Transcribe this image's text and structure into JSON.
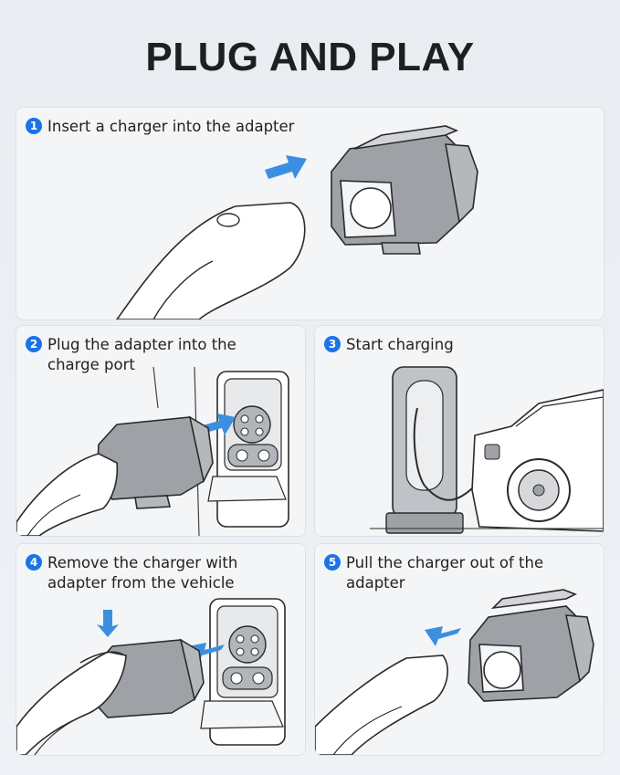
{
  "title": "PLUG AND PLAY",
  "accent_color": "#1a73e8",
  "steps": [
    {
      "number": "1",
      "line1": "Insert a charger into the adapter",
      "line2": ""
    },
    {
      "number": "2",
      "line1": "Plug the adapter into the",
      "line2": "charge port"
    },
    {
      "number": "3",
      "line1": "Start charging",
      "line2": ""
    },
    {
      "number": "4",
      "line1": "Remove the charger with",
      "line2": "adapter from the vehicle"
    },
    {
      "number": "5",
      "line1": "Pull the charger out of the",
      "line2": "adapter"
    }
  ],
  "icons": [
    "arrow-right-icon",
    "arrow-down-icon",
    "arrow-left-icon",
    "charger-plug-icon",
    "adapter-icon",
    "charging-station-icon",
    "car-icon"
  ]
}
